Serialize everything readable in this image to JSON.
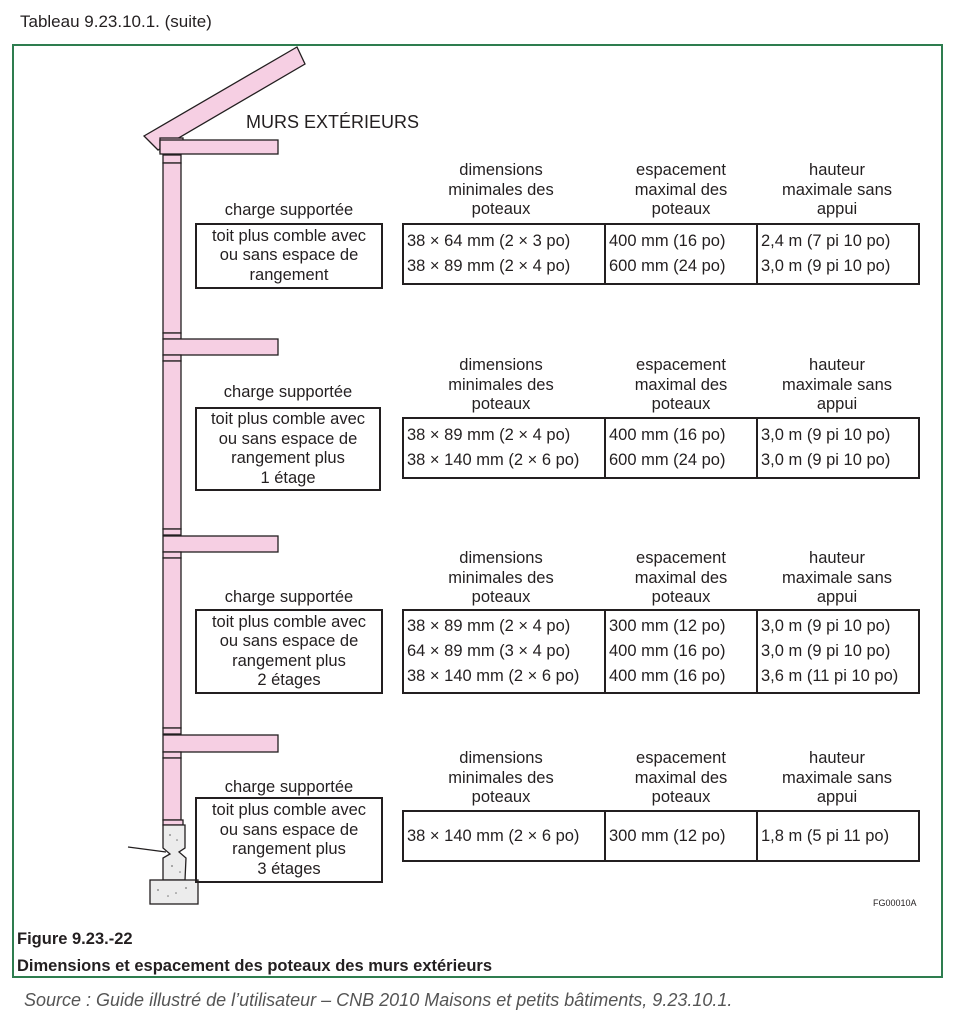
{
  "header": "Tableau 9.23.10.1. (suite)",
  "diagram_title": "MURS EXTÉRIEURS",
  "fg_code": "FG00010A",
  "figure_number": "Figure  9.23.-22",
  "figure_title": "Dimensions et espacement des poteaux des murs extérieurs",
  "source": "Source : Guide illustré de l’utilisateur – CNB 2010 Maisons et petits bâtiments, 9.23.10.1.",
  "col_headers": {
    "dimensions": [
      "dimensions",
      "minimales des",
      "poteaux"
    ],
    "spacing": [
      "espacement",
      "maximal des",
      "poteaux"
    ],
    "height": [
      "hauteur",
      "maximale sans",
      "appui"
    ]
  },
  "load_label": "charge supportée",
  "sections": [
    {
      "load_lines": [
        "toit plus comble avec",
        "ou sans espace de",
        "rangement"
      ],
      "rows": [
        {
          "dimensions": "38 × 64 mm (2 × 3 po)",
          "spacing": "400 mm (16 po)",
          "height": "2,4 m (7 pi 10 po)"
        },
        {
          "dimensions": "38 × 89 mm (2 × 4 po)",
          "spacing": "600 mm (24 po)",
          "height": "3,0 m (9 pi 10 po)"
        }
      ]
    },
    {
      "load_lines": [
        "toit plus comble avec",
        "ou sans espace de",
        "rangement plus",
        "1 étage"
      ],
      "rows": [
        {
          "dimensions": "38 × 89 mm (2 × 4 po)",
          "spacing": "400 mm (16 po)",
          "height": "3,0 m (9 pi 10 po)"
        },
        {
          "dimensions": "38 × 140 mm (2 × 6 po)",
          "spacing": "600 mm (24 po)",
          "height": "3,0 m (9 pi 10 po)"
        }
      ]
    },
    {
      "load_lines": [
        "toit plus comble avec",
        "ou sans espace de",
        "rangement plus",
        "2 étages"
      ],
      "rows": [
        {
          "dimensions": "38 × 89 mm (2 × 4 po)",
          "spacing": "300 mm (12 po)",
          "height": "3,0 m (9 pi 10 po)"
        },
        {
          "dimensions": "64 × 89 mm (3 × 4 po)",
          "spacing": "400 mm (16 po)",
          "height": "3,0 m (9 pi 10 po)"
        },
        {
          "dimensions": "38 × 140 mm (2 × 6 po)",
          "spacing": "400 mm (16 po)",
          "height": "3,6 m (11 pi 10 po)"
        }
      ]
    },
    {
      "load_lines": [
        "toit plus comble avec",
        "ou sans espace de",
        "rangement plus",
        "3 étages"
      ],
      "rows": [
        {
          "dimensions": "38 × 140 mm (2 × 6 po)",
          "spacing": "300 mm (12 po)",
          "height": "1,8 m (5 pi 11 po)"
        }
      ]
    }
  ],
  "colors": {
    "frame": "#2e7d4f",
    "lumber": "#f6cfe3",
    "ink": "#231f20",
    "concrete": "#ececec"
  }
}
